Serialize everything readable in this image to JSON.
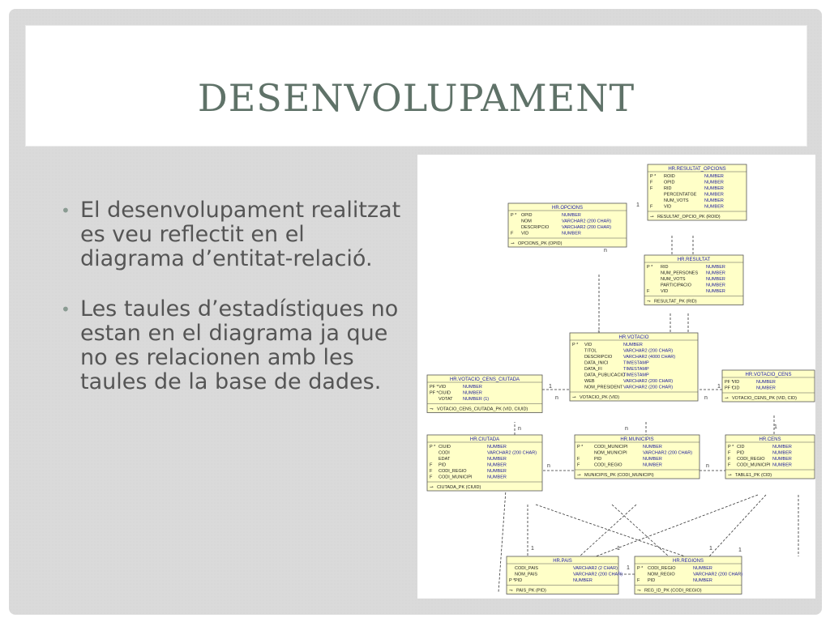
{
  "slide": {
    "title": "DESENVOLUPAMENT",
    "bullets": [
      "El desenvolupament realitzat es veu reflectit en el diagrama d’entitat-relació.",
      "Les taules d’estadístiques no estan en el diagrama ja que no es relacionen amb les taules de la base de dades."
    ],
    "bullet_glyph": "•"
  },
  "diagram": {
    "tables": [
      {
        "name": "HR.RESULTAT_OPCIONS",
        "rows": [
          [
            "P",
            "*",
            "ROID",
            "NUMBER"
          ],
          [
            "F",
            "",
            "OPID",
            "NUMBER"
          ],
          [
            "F",
            "",
            "RID",
            "NUMBER"
          ],
          [
            "",
            "",
            "PERCENTATGE",
            "NUMBER"
          ],
          [
            "",
            "",
            "NUM_VOTS",
            "NUMBER"
          ],
          [
            "F",
            "",
            "VID",
            "NUMBER"
          ]
        ],
        "pk": "RESULTAT_OPCIO_PK (ROID)"
      },
      {
        "name": "HR.OPCIONS",
        "rows": [
          [
            "P",
            "*",
            "OPID",
            "NUMBER"
          ],
          [
            "",
            "",
            "NOM",
            "VARCHAR2 (200 CHAR)"
          ],
          [
            "",
            "",
            "DESCRIPCIO",
            "VARCHAR2 (200 CHAR)"
          ],
          [
            "F",
            "",
            "VID",
            "NUMBER"
          ]
        ],
        "pk": "OPCIONS_PK (OPID)"
      },
      {
        "name": "HR.RESULTAT",
        "rows": [
          [
            "P",
            "*",
            "RID",
            "NUMBER"
          ],
          [
            "",
            "",
            "NUM_PERSONES",
            "NUMBER"
          ],
          [
            "",
            "",
            "NUM_VOTS",
            "NUMBER"
          ],
          [
            "",
            "",
            "PARTICIPACIO",
            "NUMBER"
          ],
          [
            "F",
            "",
            "VID",
            "NUMBER"
          ]
        ],
        "pk": "RESULTAT_PK (RID)"
      },
      {
        "name": "HR.VOTACIO",
        "rows": [
          [
            "P",
            "*",
            "VID",
            "NUMBER"
          ],
          [
            "",
            "",
            "TITOL",
            "VARCHAR2 (200 CHAR)"
          ],
          [
            "",
            "",
            "DESCRIPCIO",
            "VARCHAR2 (4000 CHAR)"
          ],
          [
            "",
            "",
            "DATA_INICI",
            "TIMESTAMP"
          ],
          [
            "",
            "",
            "DATA_FI",
            "TIMESTAMP"
          ],
          [
            "",
            "",
            "DATA_PUBLICACIO",
            "TIMESTAMP"
          ],
          [
            "",
            "",
            "WEB",
            "VARCHAR2 (200 CHAR)"
          ],
          [
            "",
            "",
            "NOM_PRESIDENT",
            "VARCHAR2 (200 CHAR)"
          ]
        ],
        "pk": "VOTACIO_PK (VID)"
      },
      {
        "name": "HR.VOTACIO_CENS_CIUTADA",
        "rows": [
          [
            "PF",
            "*",
            "VID",
            "NUMBER"
          ],
          [
            "PF",
            "*",
            "CIUID",
            "NUMBER"
          ],
          [
            "",
            "",
            "VOTAT",
            "NUMBER (1)"
          ]
        ],
        "pk": "VOTACIO_CENS_CIUTADA_PK (VID, CIUID)"
      },
      {
        "name": "HR.VOTACIO_CENS",
        "rows": [
          [
            "PF",
            "*",
            "VID",
            "NUMBER"
          ],
          [
            "PF",
            "*",
            "CID",
            "NUMBER"
          ]
        ],
        "pk": "VOTACIO_CENS_PK (VID, CID)"
      },
      {
        "name": "HR.CIUTADA",
        "rows": [
          [
            "P",
            "*",
            "CIUID",
            "NUMBER"
          ],
          [
            "",
            "",
            "CODI",
            "VARCHAR2 (200 CHAR)"
          ],
          [
            "",
            "",
            "EDAT",
            "NUMBER"
          ],
          [
            "F",
            "",
            "PID",
            "NUMBER"
          ],
          [
            "F",
            "",
            "CODI_REGIO",
            "NUMBER"
          ],
          [
            "F",
            "",
            "CODI_MUNICIPI",
            "NUMBER"
          ]
        ],
        "pk": "CIUTADA_PK (CIUID)"
      },
      {
        "name": "HR.MUNICIPIS",
        "rows": [
          [
            "P",
            "*",
            "CODI_MUNICIPI",
            "NUMBER"
          ],
          [
            "",
            "",
            "NOM_MUNICIPI",
            "VARCHAR2 (200 CHAR)"
          ],
          [
            "F",
            "",
            "PID",
            "NUMBER"
          ],
          [
            "F",
            "",
            "CODI_REGIO",
            "NUMBER"
          ]
        ],
        "pk": "MUNICIPIS_PK (CODI_MUNICIPI)"
      },
      {
        "name": "HR.CENS",
        "rows": [
          [
            "P",
            "*",
            "CID",
            "NUMBER"
          ],
          [
            "F",
            "",
            "PID",
            "NUMBER"
          ],
          [
            "F",
            "",
            "CODI_REGIO",
            "NUMBER"
          ],
          [
            "F",
            "",
            "CODI_MUNICIPI",
            "NUMBER"
          ]
        ],
        "pk": "TABLE1_PK (CID)"
      },
      {
        "name": "HR.PAIS",
        "rows": [
          [
            "",
            "",
            "CODI_PAIS",
            "VARCHAR2 (2 CHAR)"
          ],
          [
            "",
            "",
            "NOM_PAIS",
            "VARCHAR2 (200 CHAR)"
          ],
          [
            "P",
            "*",
            "PID",
            "NUMBER"
          ]
        ],
        "pk": "PAIS_PK (PID)"
      },
      {
        "name": "HR.REGIONS",
        "rows": [
          [
            "P",
            "*",
            "CODI_REGIO",
            "NUMBER"
          ],
          [
            "",
            "",
            "NOM_REGIO",
            "VARCHAR2 (200 CHAR)"
          ],
          [
            "F",
            "",
            "PID",
            "NUMBER"
          ]
        ],
        "pk": "REG_ID_PK (CODI_REGIO)"
      }
    ],
    "cardinality_labels": [
      "1",
      "n"
    ],
    "colors": {
      "table_fill": "#ffffc8",
      "table_border": "#555555",
      "line": "#333333",
      "title_text": "#1a1aaa"
    }
  }
}
